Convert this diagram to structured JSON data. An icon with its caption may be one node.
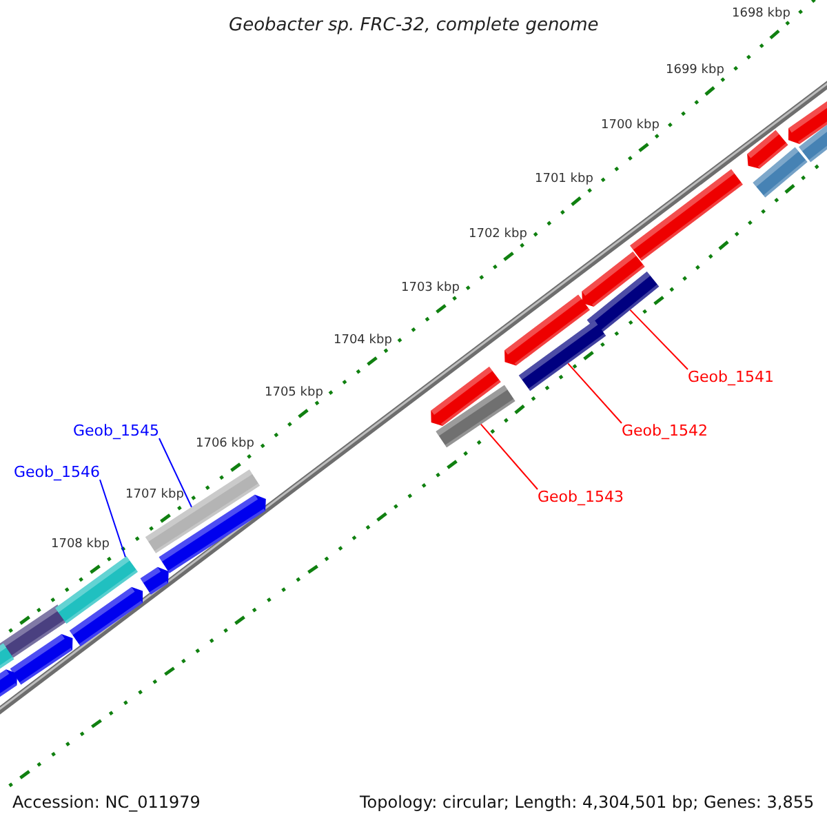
{
  "diagram": {
    "title": "Geobacter sp. FRC-32, complete genome",
    "nodes": [
      {
        "text": [
          "Geob_1545"
        ]
      },
      {
        "text": [
          "Geob_1546"
        ]
      },
      {
        "text": [
          "Geob_1541"
        ]
      },
      {
        "text": [
          "Geob_1542"
        ]
      },
      {
        "text": [
          "Geob_1543"
        ]
      },
      {
        "text": [],
        "shape": "bar"
      },
      {
        "text": [],
        "shape": "bar"
      },
      {
        "text": [],
        "shape": "bar"
      },
      {
        "text": [],
        "shape": "bar"
      },
      {
        "text": [],
        "shape": "bar"
      }
    ],
    "edges": [
      {
        "from": 0,
        "to": 5,
        "arrow": "none",
        "color": "#0000ff"
      },
      {
        "from": 1,
        "to": 6,
        "arrow": "none",
        "color": "#0000ff"
      },
      {
        "from": 2,
        "to": 7,
        "arrow": "none"
      },
      {
        "from": 3,
        "to": 8,
        "arrow": "none"
      },
      {
        "from": 4,
        "to": 9,
        "arrow": "none"
      }
    ],
    "labels": [
      "1698 kbp",
      "1699 kbp",
      "1700 kbp",
      "1701 kbp",
      "1702 kbp",
      "1703 kbp",
      "1704 kbp",
      "1705 kbp",
      "1706 kbp",
      "1707 kbp",
      "1708 kbp",
      "Accession: NC_011979",
      "Topology: circular; Length: 4,304,501 bp; Genes: 3,855"
    ]
  }
}
